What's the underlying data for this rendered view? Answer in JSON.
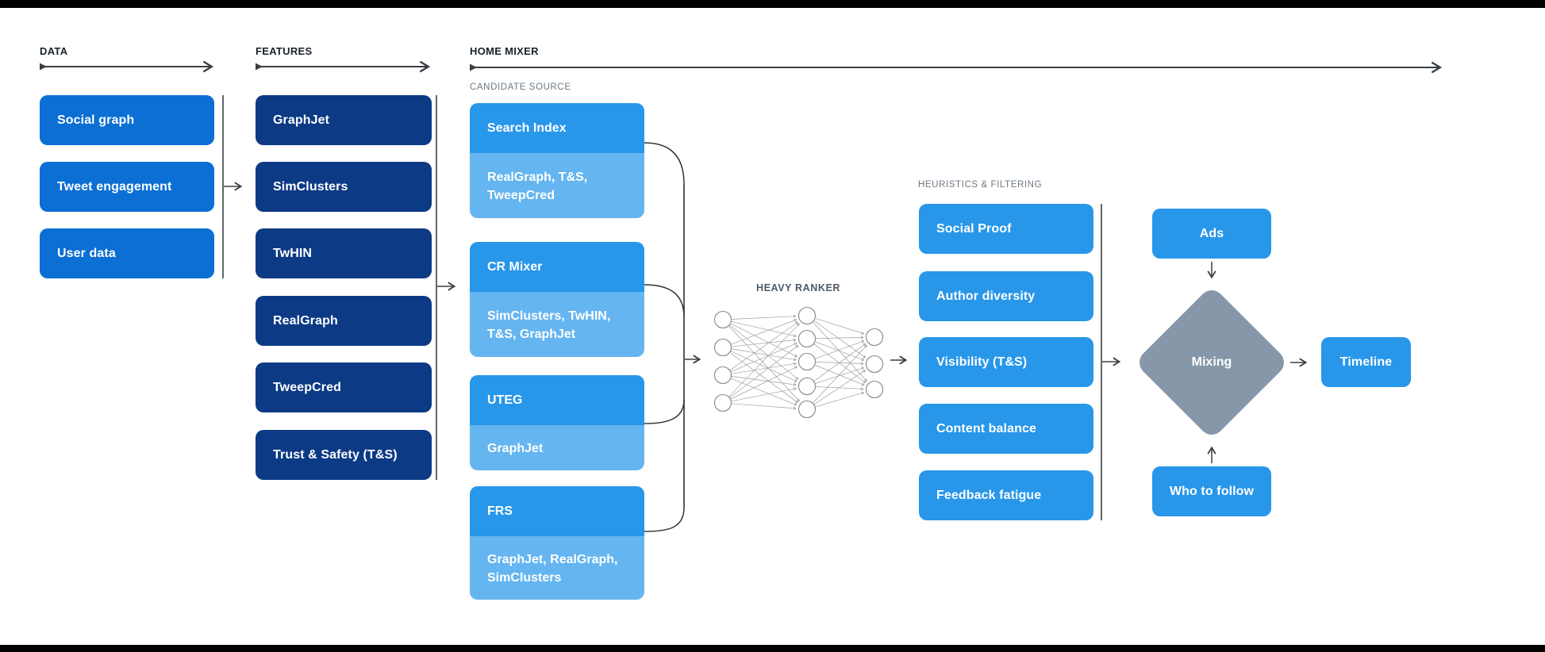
{
  "headers": {
    "data": "DATA",
    "features": "FEATURES",
    "home_mixer": "HOME MIXER"
  },
  "subheaders": {
    "candidate_source": "CANDIDATE SOURCE",
    "heavy_ranker": "HEAVY RANKER",
    "heuristics": "HEURISTICS & FILTERING"
  },
  "data_boxes": [
    "Social graph",
    "Tweet engagement",
    "User data"
  ],
  "feature_boxes": [
    "GraphJet",
    "SimClusters",
    "TwHIN",
    "RealGraph",
    "TweepCred",
    "Trust & Safety (T&S)"
  ],
  "candidate_sources": [
    {
      "title": "Search Index",
      "inputs": "RealGraph, T&S, TweepCred"
    },
    {
      "title": "CR Mixer",
      "inputs": "SimClusters, TwHIN, T&S, GraphJet"
    },
    {
      "title": "UTEG",
      "inputs": "GraphJet"
    },
    {
      "title": "FRS",
      "inputs": "GraphJet, RealGraph, SimClusters"
    }
  ],
  "heuristic_boxes": [
    "Social Proof",
    "Author diversity",
    "Visibility (T&S)",
    "Content balance",
    "Feedback fatigue"
  ],
  "mixing": {
    "ads": "Ads",
    "diamond": "Mixing",
    "who_to_follow": "Who to follow",
    "timeline": "Timeline"
  },
  "colors": {
    "data_box": "#0b6fd3",
    "feature_box": "#0c3a85",
    "bright_blue": "#2897ea",
    "light_blue": "#64b5f0",
    "diamond_gray": "#8797aa",
    "line": "#3a3f44",
    "black_bar": "#000000"
  }
}
